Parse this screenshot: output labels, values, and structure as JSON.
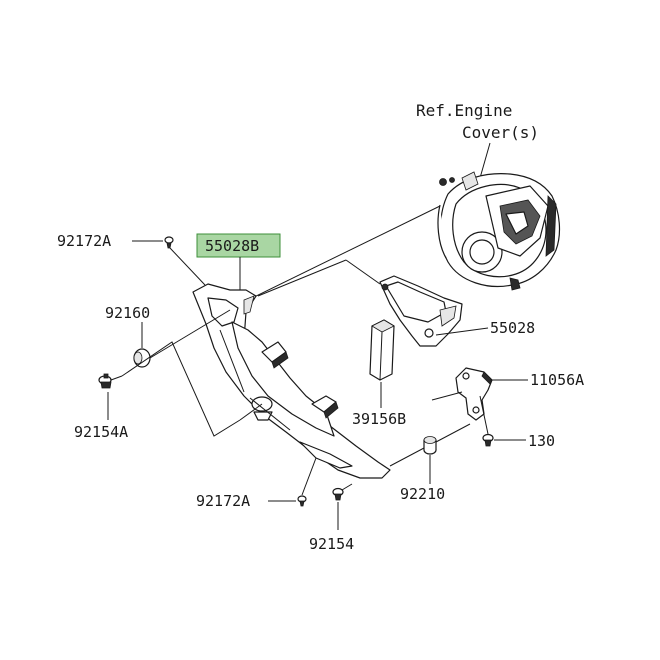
{
  "colors": {
    "highlight_fill": "#a9d6a3",
    "highlight_border": "#3d8f3a",
    "ink": "#1a1a1a"
  },
  "ref": {
    "line1": "Ref.Engine",
    "line2": "Cover(s)"
  },
  "labels": {
    "p92172A_top": "92172A",
    "p55028B": "55028B",
    "p92160": "92160",
    "p92154A": "92154A",
    "p55028": "55028",
    "p11056A": "11056A",
    "p39156B": "39156B",
    "p130": "130",
    "p92210": "92210",
    "p92172A_bottom": "92172A",
    "p92154": "92154"
  }
}
